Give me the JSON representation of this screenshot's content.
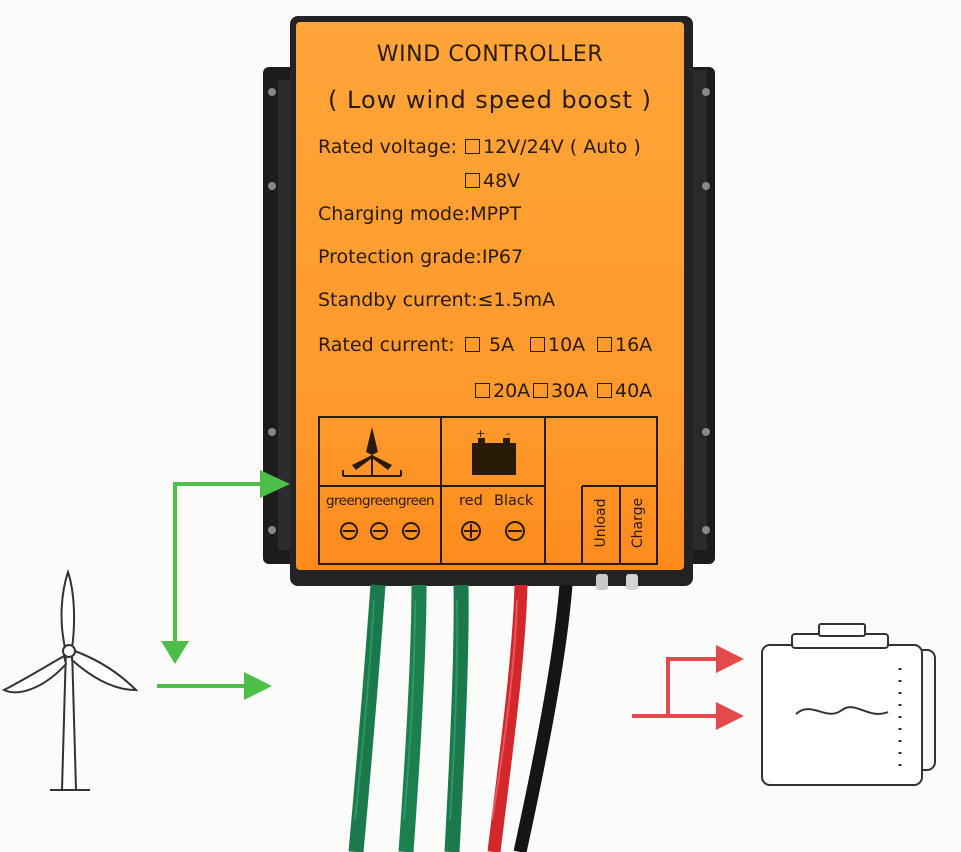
{
  "colors": {
    "label_orange": "#ff9a2a",
    "housing": "#1d1d1d",
    "wire_green": "#1a7a4c",
    "wire_red": "#d4272c",
    "wire_black": "#151515",
    "arrow_green": "#4bbf4a",
    "arrow_red": "#e54a4a"
  },
  "label": {
    "title": "WIND CONTROLLER",
    "subtitle": "( Low wind speed boost )",
    "rated_voltage": "Rated voltage:",
    "voltage_options": [
      "12V/24V ( Auto )",
      "48V"
    ],
    "charging_mode": "Charging mode:MPPT",
    "protection_grade": "Protection grade:IP67",
    "standby_current": "Standby current:≤1.5mA",
    "rated_current": "Rated current:",
    "current_options": [
      "5A",
      "10A",
      "16A",
      "20A",
      "30A",
      "40A"
    ],
    "terminal_turbine": [
      "green",
      "green",
      "green"
    ],
    "terminal_battery": [
      "red",
      "Black"
    ],
    "battery_polarity": [
      "+",
      "-"
    ],
    "indicators": [
      "Unload",
      "Charge"
    ]
  },
  "icons": [
    "wind-turbine-icon",
    "battery-icon",
    "wind-turbine-symbol-icon",
    "battery-symbol-icon"
  ]
}
